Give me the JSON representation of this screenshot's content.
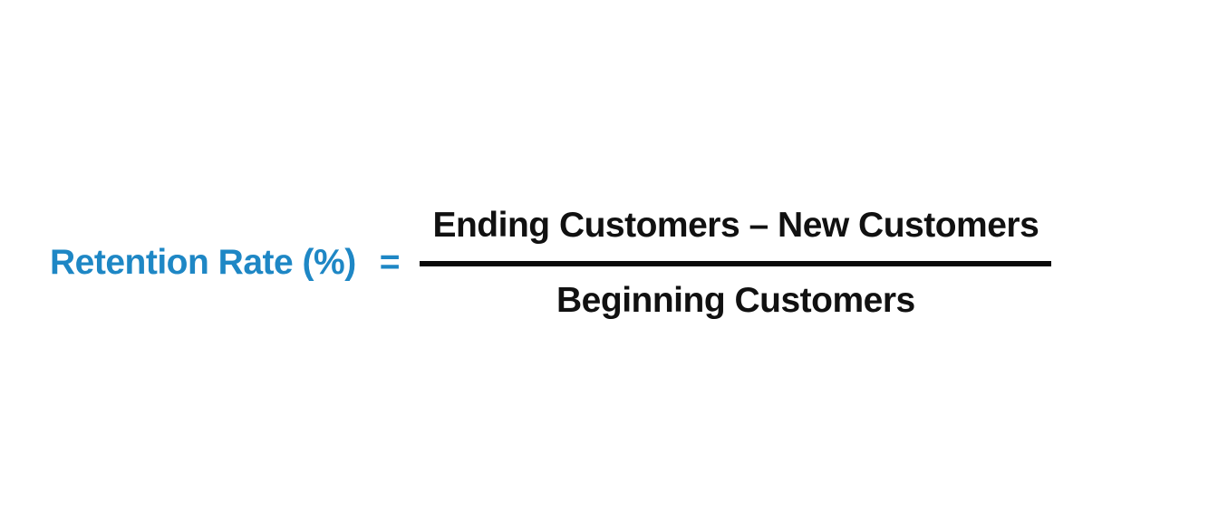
{
  "formula": {
    "lhs_label": "Retention Rate (%)",
    "equals": "=",
    "numerator": "Ending Customers – New Customers",
    "denominator": "Beginning Customers"
  },
  "colors": {
    "accent_blue": "#1E87C5",
    "text_black": "#111111",
    "bar_black": "#0a0a0a",
    "background": "#ffffff"
  }
}
